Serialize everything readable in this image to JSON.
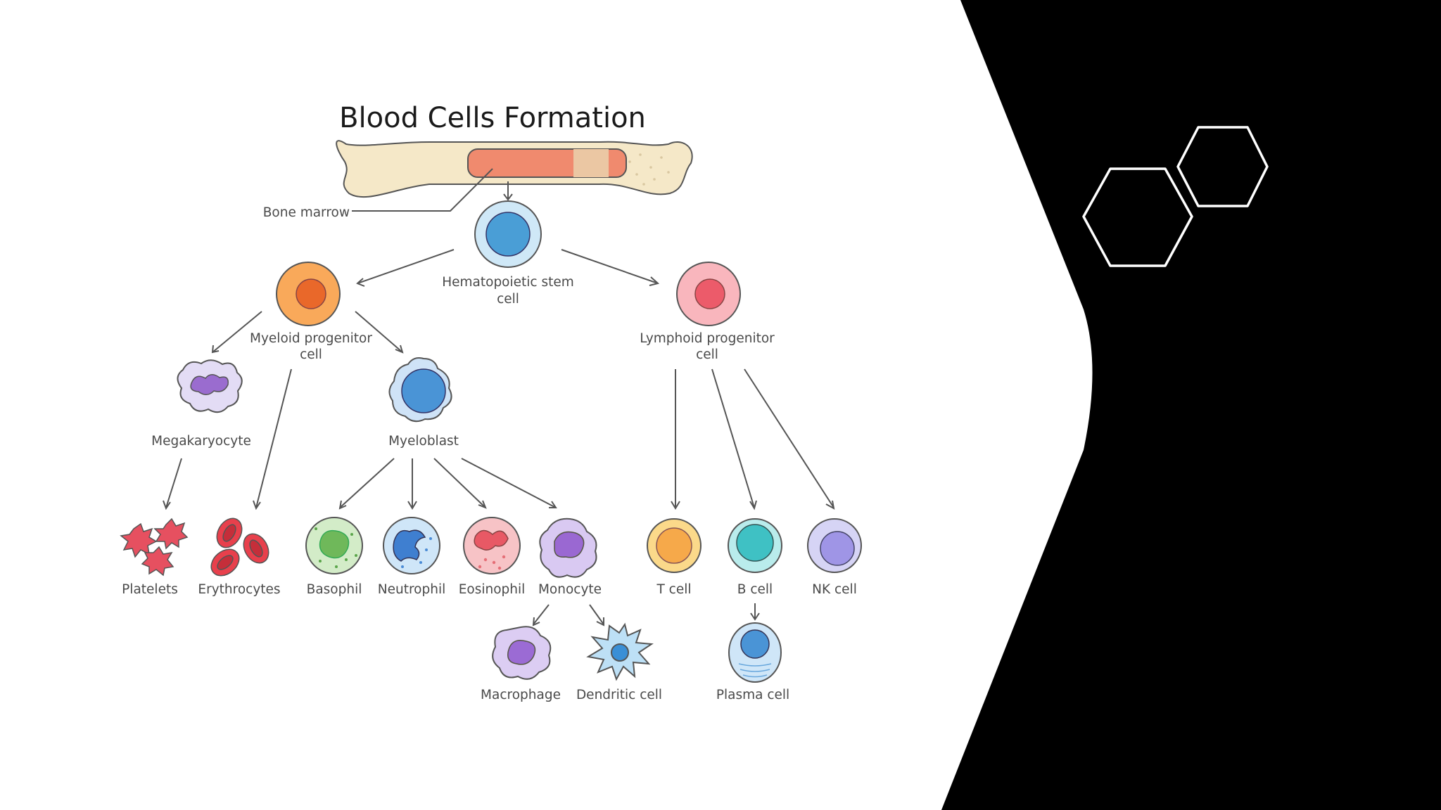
{
  "slide": {
    "title": "Blood Cells Formation",
    "colors": {
      "background_panel": "#000000",
      "hexagon_outline": "#ffffff"
    }
  },
  "labels": {
    "bone_marrow": "Bone marrow",
    "stem_cell_line1": "Hematopoietic stem",
    "stem_cell_line2": "cell",
    "myeloid_line1": "Myeloid progenitor",
    "myeloid_line2": "cell",
    "lymphoid_line1": "Lymphoid progenitor",
    "lymphoid_line2": "cell",
    "megakaryocyte": "Megakaryocyte",
    "myeloblast": "Myeloblast",
    "platelets": "Platelets",
    "erythrocytes": "Erythrocytes",
    "basophil": "Basophil",
    "neutrophil": "Neutrophil",
    "eosinophil": "Eosinophil",
    "monocyte": "Monocyte",
    "t_cell": "T cell",
    "b_cell": "B cell",
    "nk_cell": "NK cell",
    "macrophage": "Macrophage",
    "dendritic_cell": "Dendritic cell",
    "plasma_cell": "Plasma cell"
  }
}
